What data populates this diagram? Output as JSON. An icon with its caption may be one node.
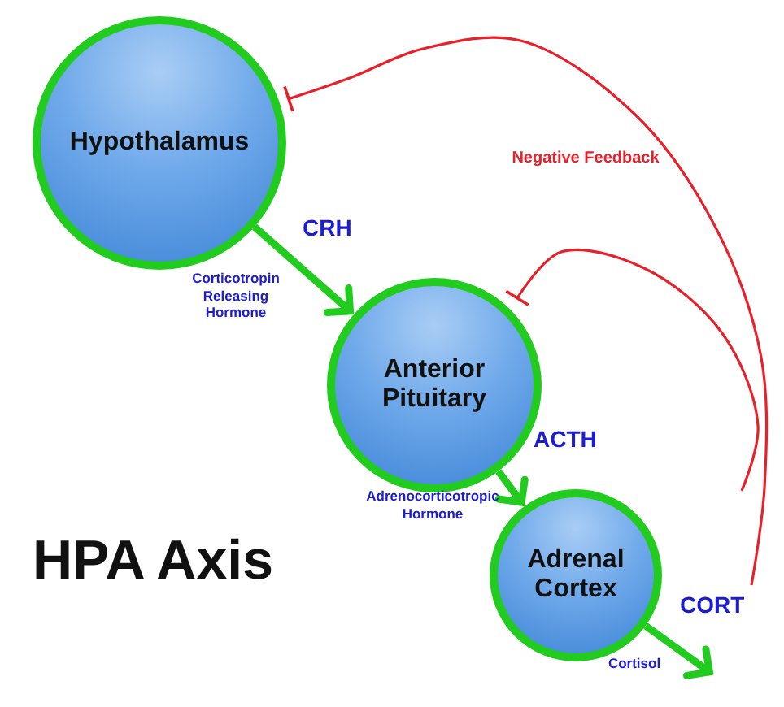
{
  "diagram": {
    "title": "HPA Axis",
    "nodes": [
      {
        "text": [
          "Hypothalamus"
        ]
      },
      {
        "text": [
          "Anterior Pituitary"
        ]
      },
      {
        "text": [
          "Adrenal Cortex"
        ]
      }
    ],
    "edges": [
      {
        "from": 0,
        "to": 1,
        "arrow": "to",
        "label": "CRH"
      },
      {
        "from": 1,
        "to": 2,
        "arrow": "to",
        "label": "ACTH"
      },
      {
        "from": 2,
        "to": null,
        "arrow": "to",
        "label": "CORT"
      },
      {
        "from": null,
        "to": 0,
        "arrow": "other",
        "color": "#e8202a"
      },
      {
        "from": null,
        "to": 1,
        "arrow": "other",
        "color": "#e8202a"
      }
    ],
    "labels": [
      "Negative Feedback",
      "Corticotropin Releasing Hormone",
      "Adrenocorticotropic Hormone",
      "Cortisol"
    ]
  }
}
